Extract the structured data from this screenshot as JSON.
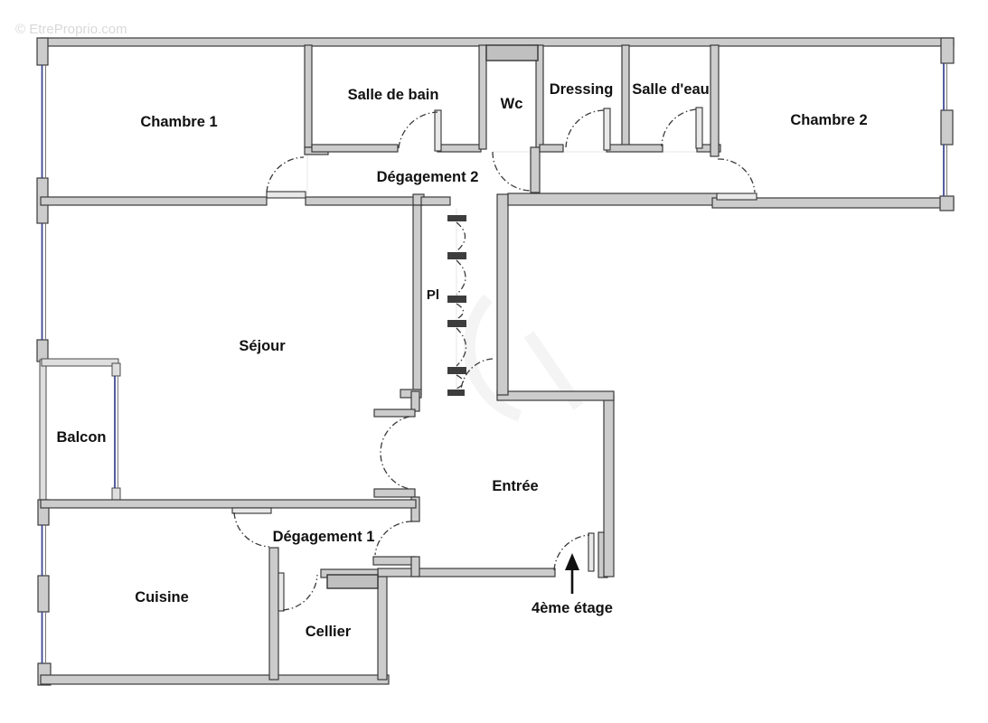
{
  "watermark": {
    "copyright": "© EtreProprio.com"
  },
  "rooms": [
    {
      "id": "chambre-1",
      "label": "Chambre 1"
    },
    {
      "id": "salle-de-bain",
      "label": "Salle de bain"
    },
    {
      "id": "wc",
      "label": "Wc"
    },
    {
      "id": "dressing",
      "label": "Dressing"
    },
    {
      "id": "salle-d-eau",
      "label": "Salle d'eau"
    },
    {
      "id": "chambre-2",
      "label": "Chambre 2"
    },
    {
      "id": "degagement-2",
      "label": "Dégagement 2"
    },
    {
      "id": "pl",
      "label": "Pl"
    },
    {
      "id": "sejour",
      "label": "Séjour"
    },
    {
      "id": "balcon",
      "label": "Balcon"
    },
    {
      "id": "entree",
      "label": "Entrée"
    },
    {
      "id": "degagement-1",
      "label": "Dégagement 1"
    },
    {
      "id": "cuisine",
      "label": "Cuisine"
    },
    {
      "id": "cellier",
      "label": "Cellier"
    }
  ],
  "floor_note": {
    "label": "4ème étage"
  },
  "colors": {
    "wall_fill": "#cccccc",
    "wall_edge": "#3b3b3b",
    "duct_fill": "#c0c0c0",
    "window": "#36418e",
    "label_text": "#111111",
    "watermark": "#d9d9d9"
  }
}
